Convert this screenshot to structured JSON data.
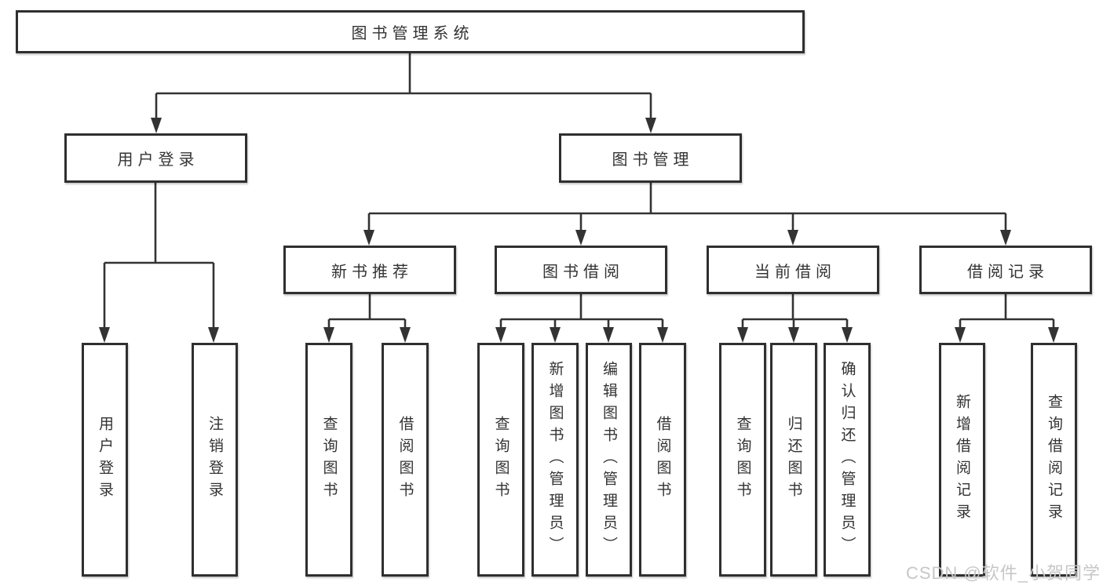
{
  "page": {
    "background": "#ffffff"
  },
  "colors": {
    "line": "#333333",
    "box_border": "#2f2f2f",
    "box_fill": "#ffffff",
    "text": "#333333",
    "watermark_text": "#c7c7c7"
  },
  "tree": {
    "root": {
      "label": "图书管理系统"
    },
    "branches": [
      {
        "label": "用户登录",
        "children": [
          {
            "label": "用户登录"
          },
          {
            "label": "注销登录"
          }
        ]
      },
      {
        "label": "图书管理",
        "children": [
          {
            "label": "新书推荐",
            "children": [
              {
                "label": "查询图书"
              },
              {
                "label": "借阅图书"
              }
            ]
          },
          {
            "label": "图书借阅",
            "children": [
              {
                "label": "查询图书"
              },
              {
                "label": "新增图书（管理员）"
              },
              {
                "label": "编辑图书（管理员）"
              },
              {
                "label": "借阅图书"
              }
            ]
          },
          {
            "label": "当前借阅",
            "children": [
              {
                "label": "查询图书"
              },
              {
                "label": "归还图书"
              },
              {
                "label": "确认归还（管理员）"
              }
            ]
          },
          {
            "label": "借阅记录",
            "children": [
              {
                "label": "新增借阅记录"
              },
              {
                "label": "查询借阅记录"
              }
            ]
          }
        ]
      }
    ]
  },
  "watermark": {
    "text": "CSDN @软件_小贺同学"
  }
}
